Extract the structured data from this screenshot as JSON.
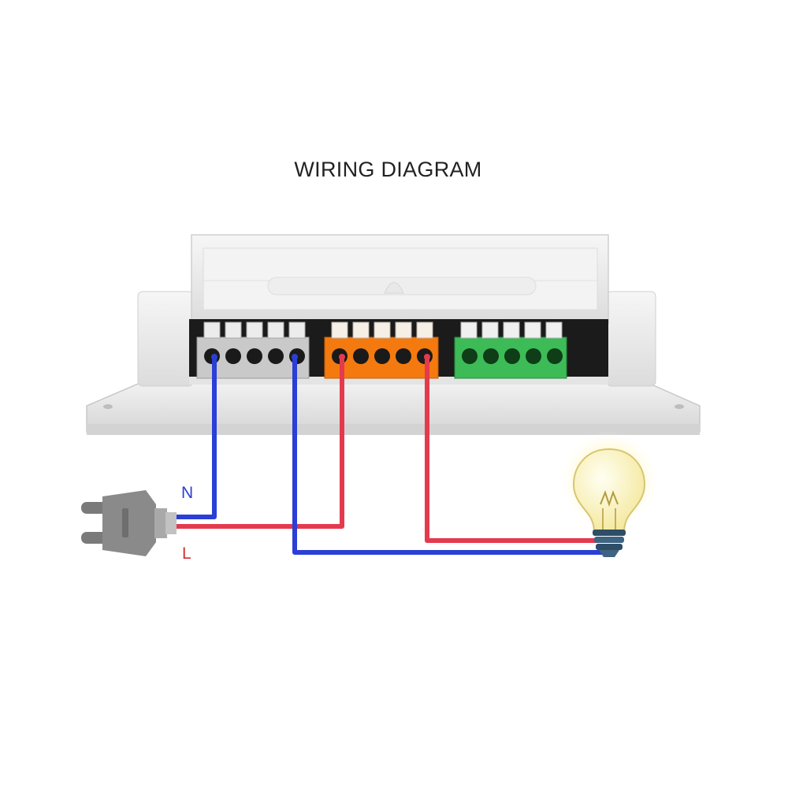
{
  "title": "WIRING DIAGRAM",
  "labels": {
    "neutral": "N",
    "live": "L"
  },
  "colors": {
    "neutral_wire": "#2a3fd6",
    "live_wire": "#e43a4e",
    "neutral_label": "#2a3fd6",
    "live_label": "#d43030",
    "input_terminal": "#c9c9c9",
    "output_terminal": "#f47a10",
    "aux_terminal": "#3dbb57",
    "enclosure": "#ececec"
  },
  "icons": {
    "plug": "plug-icon",
    "bulb": "light-bulb-icon"
  }
}
